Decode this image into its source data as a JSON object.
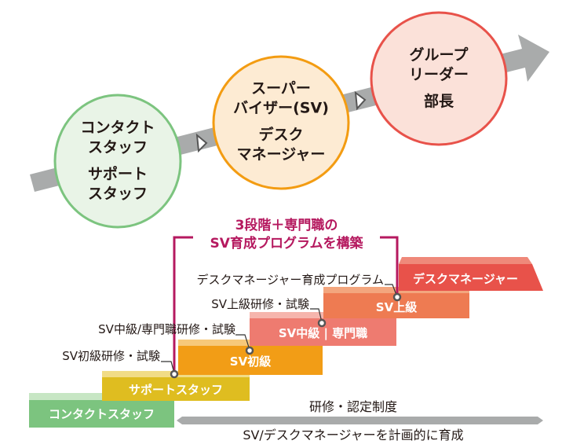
{
  "career_path": {
    "stages": [
      {
        "lines": [
          "コンタクト",
          "スタッフ"
        ],
        "sub_lines": [
          "サポート",
          "スタッフ"
        ]
      },
      {
        "lines": [
          "スーパー",
          "バイザー(SV)"
        ],
        "sub_lines": [
          "デスク",
          "マネージャー"
        ]
      },
      {
        "lines": [
          "グループ",
          "リーダー"
        ],
        "sub_lines": [
          "部長"
        ]
      }
    ]
  },
  "program": {
    "title_line1": "3段階＋専門職の",
    "title_line2": "SV育成プログラムを構築",
    "steps": [
      "コンタクトスタッフ",
      "サポートスタッフ",
      "SV初級",
      "SV中級 | 専門職",
      "SV上級",
      "デスクマネージャー"
    ],
    "trainings": [
      "SV初級研修・試験",
      "SV中級/専門職研修・試験",
      "SV上級研修・試験",
      "デスクマネージャー育成プログラム"
    ],
    "system_label": "研修・認定制度",
    "goal_label": "SV/デスクマネージャーを計画的に育成"
  },
  "colors": {
    "green": "#7cc47f",
    "orange": "#f39c12",
    "red": "#e8524a",
    "magenta": "#b5195f",
    "gray": "#a9abab"
  }
}
